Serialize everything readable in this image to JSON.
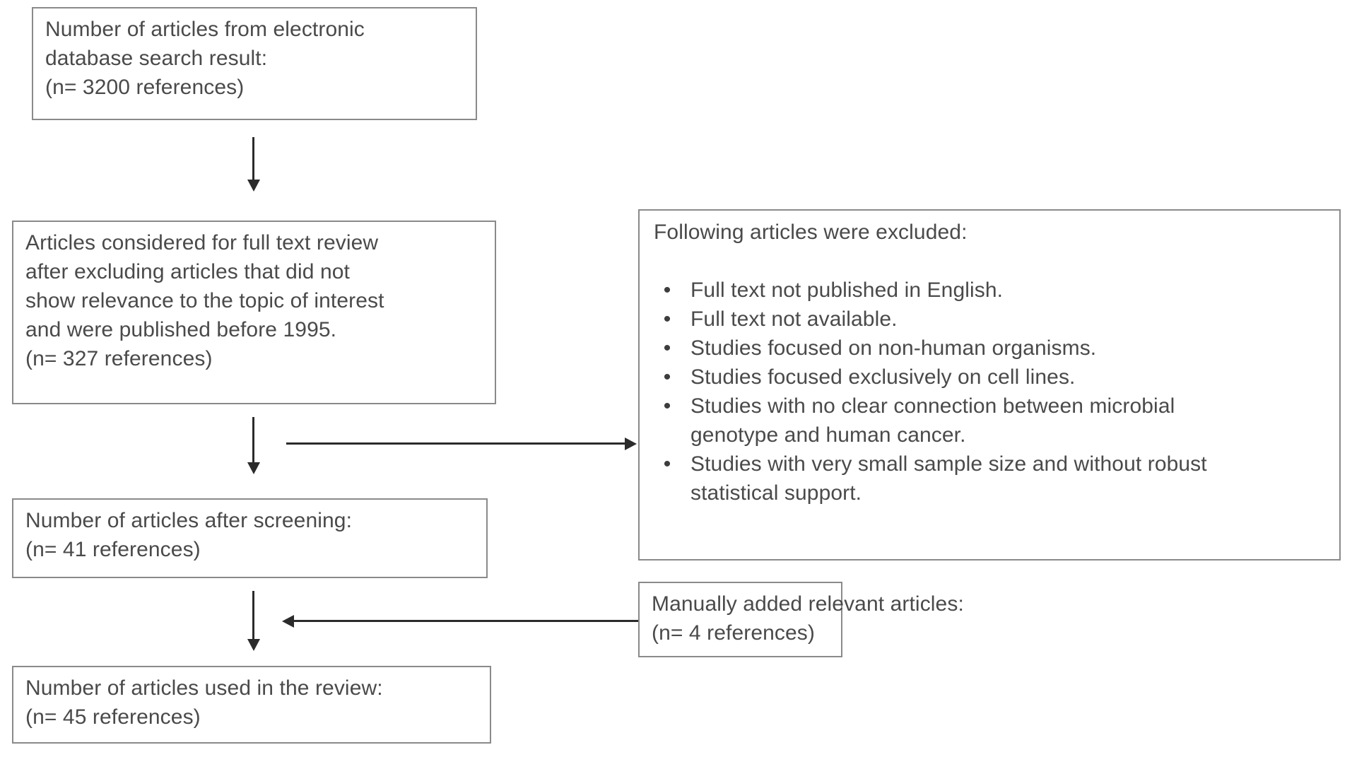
{
  "diagram": {
    "title": "Article selection flowchart",
    "colors": {
      "box_border": "#8a8a8a",
      "text": "#4a4a4a",
      "connector": "#2b2b2b",
      "background": "#ffffff"
    },
    "boxes": {
      "search": {
        "name": "electronic-database-search",
        "lines": [
          "Number of articles from electronic",
          "database search result:",
          "(n= 3200 references)"
        ],
        "count": 3200
      },
      "full_text_review": {
        "name": "articles-considered-full-text",
        "lines": [
          "Articles considered for full text review",
          "after excluding articles that did not",
          "show relevance to the topic of interest",
          "and were published before 1995.",
          "(n= 327 references)"
        ],
        "count": 327,
        "cutoff_year": 1995
      },
      "after_screening": {
        "name": "articles-after-screening",
        "lines": [
          "Number of articles after screening:",
          "(n= 41 references)"
        ],
        "count": 41
      },
      "used_in_review": {
        "name": "articles-used-in-review",
        "lines": [
          "Number of articles used in the review:",
          "(n= 45 references)"
        ],
        "count": 45
      },
      "manually_added": {
        "name": "manually-added-articles",
        "lines": [
          "Manually added relevant articles:",
          "(n= 4 references)"
        ],
        "count": 4
      },
      "excluded": {
        "name": "excluded-articles-criteria",
        "title": "Following articles were excluded:",
        "bullet_glyph": "•",
        "bullets": [
          {
            "lines": [
              "Full text not published in English."
            ]
          },
          {
            "lines": [
              "Full text not available."
            ]
          },
          {
            "lines": [
              "Studies focused on non-human organisms."
            ]
          },
          {
            "lines": [
              "Studies focused exclusively on cell lines."
            ]
          },
          {
            "lines": [
              "Studies with no clear connection between microbial",
              "genotype and human cancer."
            ]
          },
          {
            "lines": [
              "Studies with very small sample size and without robust",
              "statistical support."
            ]
          }
        ]
      }
    },
    "connectors": [
      {
        "name": "search-to-fulltext",
        "direction": "down"
      },
      {
        "name": "fulltext-to-screening",
        "direction": "down"
      },
      {
        "name": "screening-to-used",
        "direction": "down"
      },
      {
        "name": "fulltext-to-excluded",
        "direction": "right"
      },
      {
        "name": "manual-to-used",
        "direction": "left"
      }
    ]
  }
}
